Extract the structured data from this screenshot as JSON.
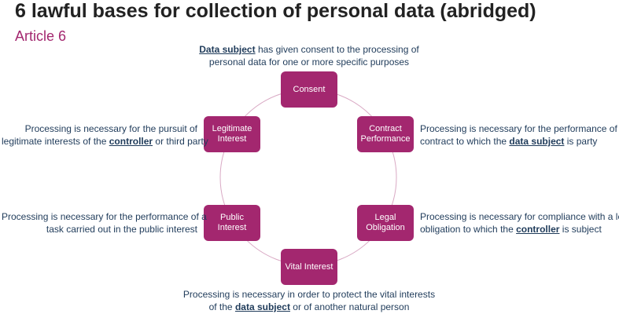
{
  "title": "6 lawful bases for collection of personal data (abridged)",
  "subtitle": "Article 6",
  "colors": {
    "accent": "#a3276f",
    "text": "#1f3b5a",
    "ring": "#d9a9c4"
  },
  "nodes": {
    "consent": "Consent",
    "contract": "Contract Performance",
    "legal": "Legal Obligation",
    "vital": "Vital Interest",
    "public": "Public Interest",
    "legitimate": "Legitimate Interest"
  },
  "descriptions": {
    "consent": {
      "l1_hl": "Data subject",
      "l1_rest": " has given consent to the processing of",
      "l2": "personal data for one or more specific purposes"
    },
    "contract": {
      "l1": "Processing is necessary for the performance of a",
      "l2_pre": "contract to which the ",
      "l2_hl": "data subject",
      "l2_post": " is party"
    },
    "legal": {
      "l1": "Processing is necessary for compliance with a legal",
      "l2_pre": "obligation to which the ",
      "l2_hl": "controller",
      "l2_post": " is subject"
    },
    "vital": {
      "l1": "Processing is necessary in order to protect the vital interests",
      "l2_pre": "of the ",
      "l2_hl": "data subject",
      "l2_post": " or of another natural person"
    },
    "public": {
      "l1": "Processing is necessary for the performance of a",
      "l2": "task carried out in the public interest"
    },
    "legitimate": {
      "l1": "Processing is necessary for the pursuit of",
      "l2_pre": "legitimate interests of the ",
      "l2_hl": "controller",
      "l2_post": " or third party"
    }
  }
}
